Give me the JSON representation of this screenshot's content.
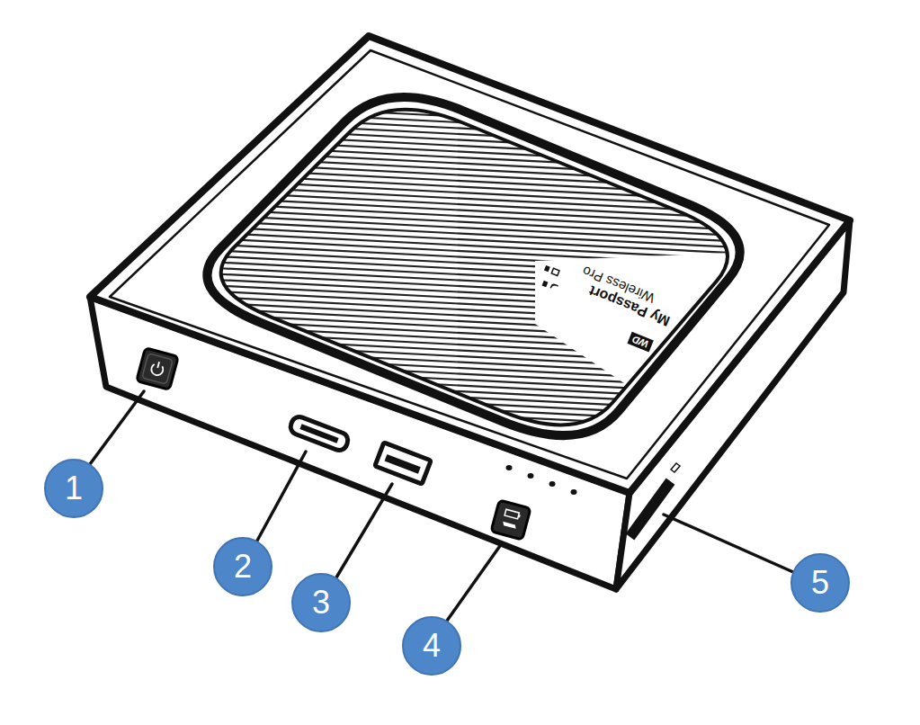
{
  "diagram": {
    "labels": [
      "1",
      "2",
      "3",
      "4",
      "5",
      "WD",
      "My Passport",
      "Wireless Pro"
    ]
  }
}
